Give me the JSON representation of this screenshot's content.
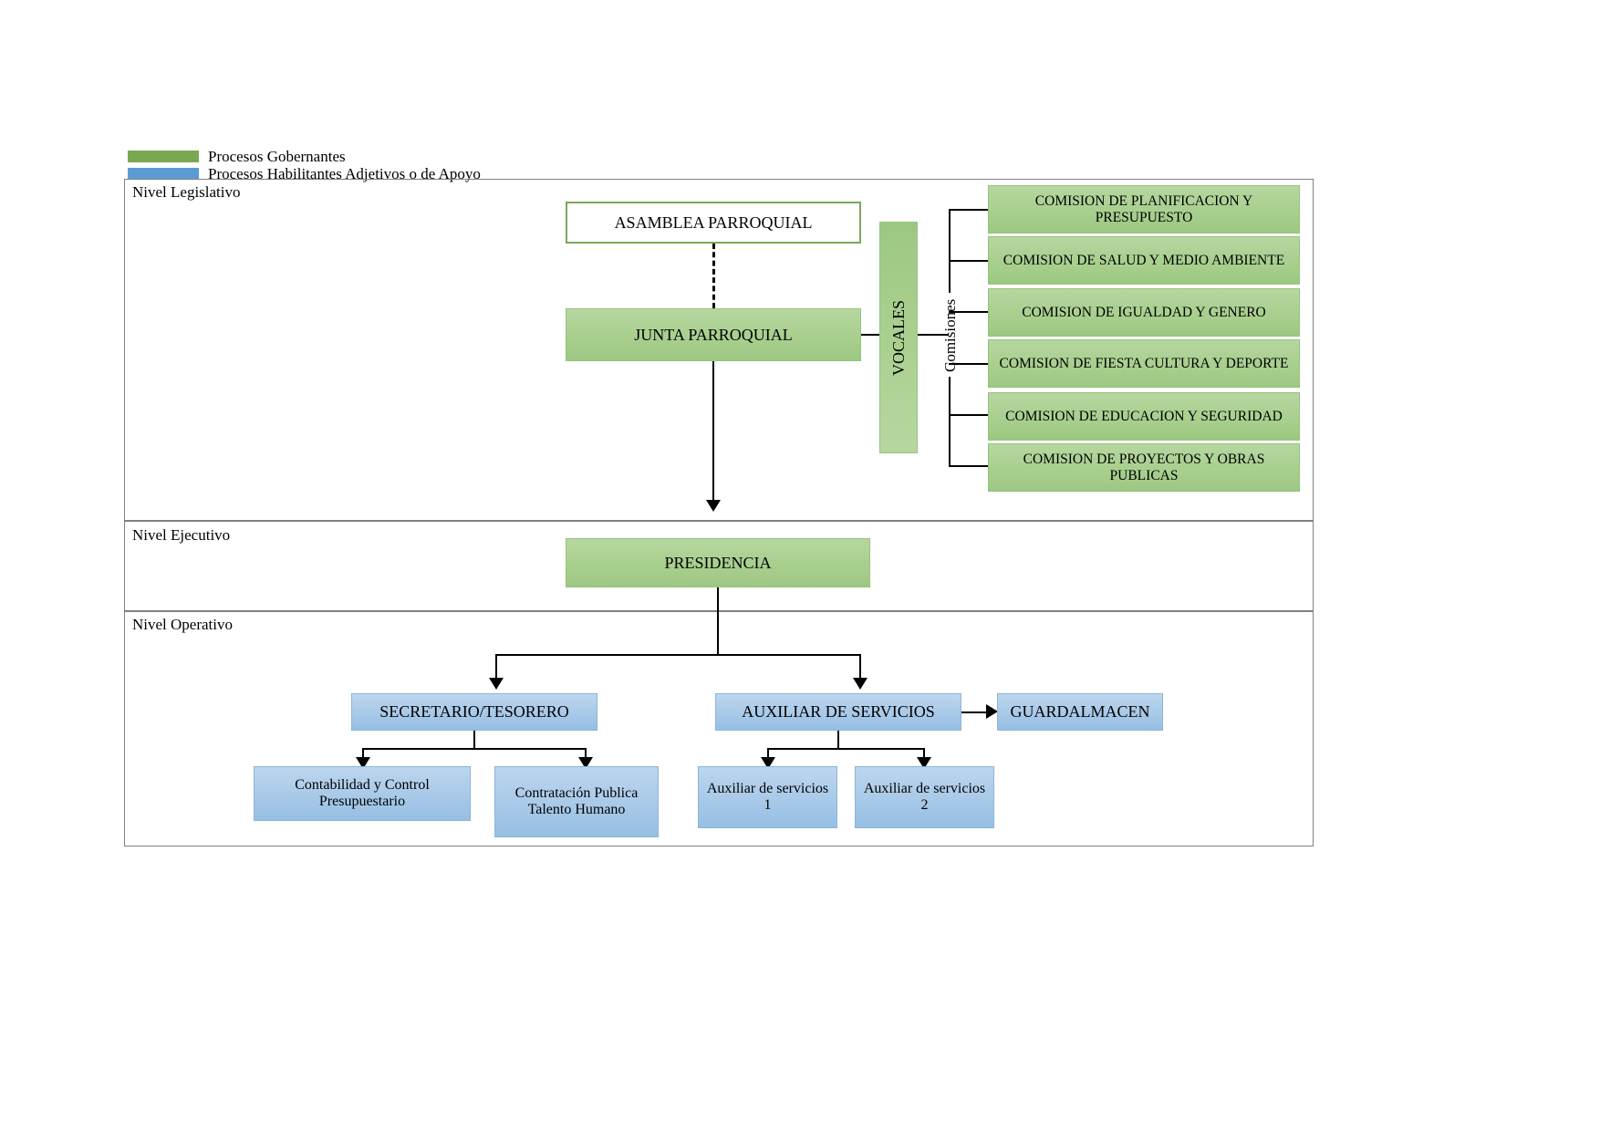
{
  "legend": {
    "items": [
      {
        "label": "Procesos Gobernantes",
        "color": "#7aa851"
      },
      {
        "label": "Procesos Habilitantes Adjetivos o de Apoyo",
        "color": "#5b9bd5"
      }
    ]
  },
  "levels": [
    {
      "id": "legislativo",
      "title": "Nivel Legislativo"
    },
    {
      "id": "ejecutivo",
      "title": "Nivel Ejecutivo"
    },
    {
      "id": "operativo",
      "title": "Nivel Operativo"
    }
  ],
  "nodes": {
    "asamblea": {
      "label": "ASAMBLEA PARROQUIAL"
    },
    "junta": {
      "label": "JUNTA PARROQUIAL"
    },
    "vocales": {
      "label": "VOCALES"
    },
    "comisiones_label": {
      "label": "Comisiones"
    },
    "presidencia": {
      "label": "PRESIDENCIA"
    },
    "secretario": {
      "label": "SECRETARIO/TESORERO"
    },
    "auxiliar_serv": {
      "label": "AUXILIAR DE SERVICIOS"
    },
    "guardalmacen": {
      "label": "GUARDALMACEN"
    },
    "contabilidad": {
      "label": "Contabilidad y Control Presupuestario"
    },
    "contratacion": {
      "label": "Contratación Publica Talento Humano"
    },
    "aux1": {
      "label": "Auxiliar de servicios 1"
    },
    "aux2": {
      "label": "Auxiliar de servicios 2"
    }
  },
  "commissions": [
    {
      "label": "COMISION DE PLANIFICACION Y PRESUPUESTO"
    },
    {
      "label": "COMISION DE SALUD Y MEDIO AMBIENTE"
    },
    {
      "label": "COMISION DE IGUALDAD Y GENERO"
    },
    {
      "label": "COMISION DE FIESTA CULTURA Y DEPORTE"
    },
    {
      "label": "COMISION DE EDUCACION Y SEGURIDAD"
    },
    {
      "label": "COMISION DE PROYECTOS Y OBRAS PUBLICAS"
    }
  ],
  "colors": {
    "green_fill": "#a9cf8f",
    "green_border": "#93c47d",
    "blue_fill": "#a8c9e8",
    "blue_border": "#8eb4d8",
    "frame_border": "#808080",
    "connector": "#000000"
  }
}
